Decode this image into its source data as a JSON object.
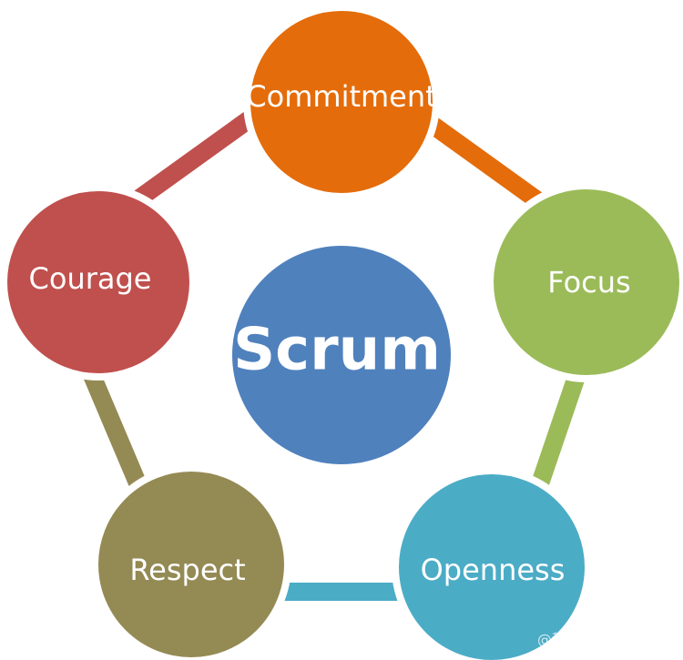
{
  "diagram": {
    "center_label": "Scrum",
    "values": [
      "Commitment",
      "Focus",
      "Openness",
      "Respect",
      "Courage"
    ]
  },
  "colors": {
    "center": "#4f81bd",
    "commitment": "#e46c0a",
    "focus": "#9bbb59",
    "openness": "#4bacc6",
    "respect": "#948a54",
    "courage": "#c0504d"
  },
  "watermark": "@稀土掘金技术社区"
}
